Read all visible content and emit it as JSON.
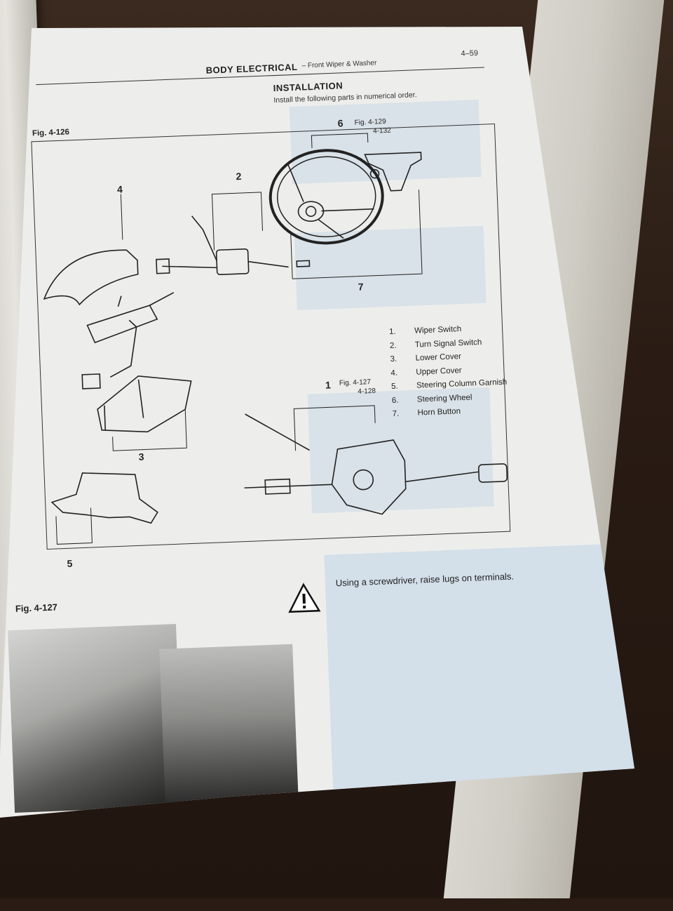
{
  "header": {
    "title": "BODY ELECTRICAL",
    "subtitle": "– Front Wiper & Washer",
    "page_number": "4–59"
  },
  "installation": {
    "heading": "INSTALLATION",
    "instruction": "Install the following parts in numerical order."
  },
  "figure_main": {
    "label": "Fig. 4-126",
    "callouts": {
      "c1": "1",
      "c2": "2",
      "c3": "3",
      "c4": "4",
      "c5": "5",
      "c6": "6",
      "c7": "7"
    },
    "refs": {
      "ref6_a": "Fig. 4-129",
      "ref6_b": "4-132",
      "ref1_a": "Fig. 4-127",
      "ref1_b": "4-128"
    },
    "legend": [
      {
        "num": "1.",
        "label": "Wiper Switch"
      },
      {
        "num": "2.",
        "label": "Turn Signal Switch"
      },
      {
        "num": "3.",
        "label": "Lower Cover"
      },
      {
        "num": "4.",
        "label": "Upper Cover"
      },
      {
        "num": "5.",
        "label": "Steering Column Garnish"
      },
      {
        "num": "6.",
        "label": "Steering Wheel"
      },
      {
        "num": "7.",
        "label": "Horn Button"
      }
    ]
  },
  "figure_second": {
    "label": "Fig. 4-127",
    "note": "Using a screwdriver, raise lugs on terminals."
  }
}
